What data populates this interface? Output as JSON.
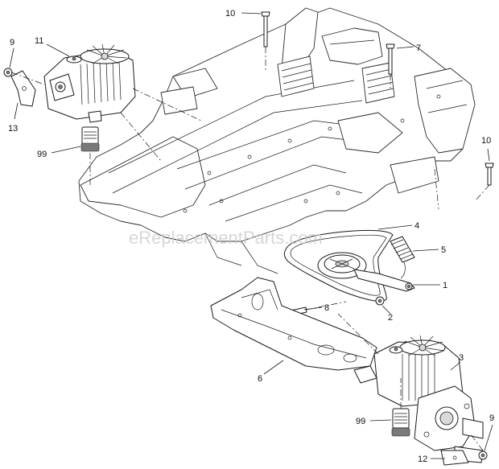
{
  "watermark": "eReplacementParts.com",
  "callouts": {
    "c1": "1",
    "c2": "2",
    "c3": "3",
    "c4": "4",
    "c5": "5",
    "c6": "6",
    "c7": "7",
    "c8": "8",
    "c9_left": "9",
    "c9_right": "9",
    "c10_top": "10",
    "c10_right": "10",
    "c11": "11",
    "c12": "12",
    "c13": "13",
    "c99_left": "99",
    "c99_right": "99"
  }
}
